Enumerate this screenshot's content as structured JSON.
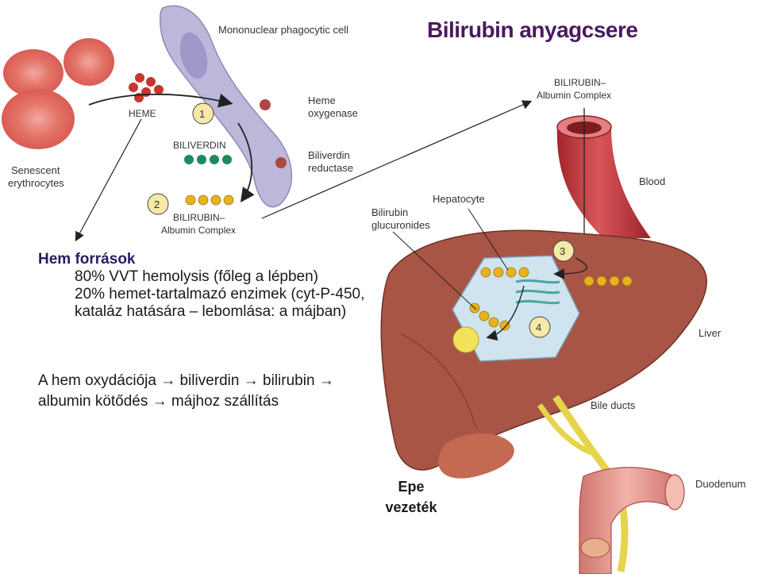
{
  "title": "Bilirubin anyagcsere",
  "figure_labels": {
    "mononuclear": "Mononuclear phagocytic cell",
    "heme": "HEME",
    "step1": "1",
    "biliverdin": "BILIVERDIN",
    "heme_oxygenase_1": "Heme",
    "heme_oxygenase_2": "oxygenase",
    "biliverdin_reductase_1": "Biliverdin",
    "biliverdin_reductase_2": "reductase",
    "senescent_1": "Senescent",
    "senescent_2": "erythrocytes",
    "step2": "2",
    "bilirubin_albumin_left_1": "BILIRUBIN–",
    "bilirubin_albumin_left_2": "Albumin Complex",
    "bilirubin_albumin_right_1": "BILIRUBIN–",
    "bilirubin_albumin_right_2": "Albumin Complex",
    "blood": "Blood",
    "hepatocyte": "Hepatocyte",
    "glucuronides_1": "Bilirubin",
    "glucuronides_2": "glucuronides",
    "step3": "3",
    "step4": "4",
    "liver": "Liver",
    "bile_ducts": "Bile ducts",
    "duodenum": "Duodenum"
  },
  "hem_sources": {
    "heading": "Hem források",
    "line1": "80% VVT hemolysis (főleg a lépben)",
    "line2": "20% hemet-tartalmazó enzimek (cyt-P-450,",
    "line3": "kataláz hatására – lebomlása: a májban)"
  },
  "chain": {
    "line1_a": "A hem oxydációja ",
    "arrow": "→",
    "line1_b": " biliverdin ",
    "line1_c": " bilirubin ",
    "line2_a": "albumin kötődés ",
    "line2_b": " májhoz szállítás"
  },
  "epe": {
    "line1": "Epe",
    "line2": "vezeték"
  },
  "colors": {
    "title": "#4a1a5e",
    "rbc": "#e06b60",
    "phagocyte": "#b9b6d8",
    "liver": "#a85546",
    "hepatocyte": "#cfe4ef",
    "bilirubin_dot": "#e8b21e",
    "biliverdin_dot": "#1e8a5a",
    "blood_vessel": "#c9444a",
    "bile_duct": "#e6d44a",
    "duodenum": "#e69a8f"
  }
}
